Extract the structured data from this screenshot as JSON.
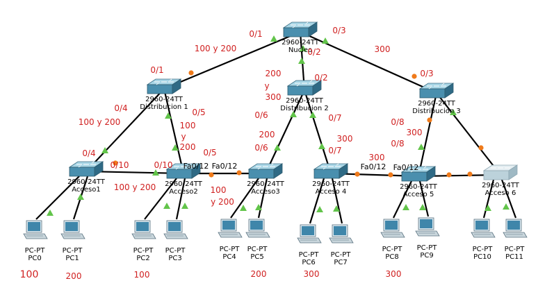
{
  "switches": {
    "nucleo": {
      "model": "2960-24TT",
      "name": "Nucleo"
    },
    "dist1": {
      "model": "2960-24TT",
      "name": "Distribucion 1"
    },
    "dist2": {
      "model": "2960-24TT",
      "name": "Distribucion 2"
    },
    "dist3": {
      "model": "2960-24TT",
      "name": "Distribucion 3"
    },
    "acc1": {
      "model": "2960-24TT",
      "name": "Acceso1"
    },
    "acc2": {
      "model": "2960-24TT",
      "name": "Acceso2"
    },
    "acc3": {
      "model": "2960-24TT",
      "name": "Acceso3"
    },
    "acc4": {
      "model": "2960-24TT",
      "name": "Acceso 4"
    },
    "acc5": {
      "model": "2960-24TT",
      "name": "Acceso 5"
    },
    "acc6": {
      "model": "2960-24TT",
      "name": "Acceso 6"
    }
  },
  "pcs": [
    {
      "type": "PC-PT",
      "name": "PC0",
      "vlan": "100"
    },
    {
      "type": "PC-PT",
      "name": "PC1",
      "vlan": "200"
    },
    {
      "type": "PC-PT",
      "name": "PC2",
      "vlan": "100"
    },
    {
      "type": "PC-PT",
      "name": "PC3",
      "vlan": ""
    },
    {
      "type": "PC-PT",
      "name": "PC4",
      "vlan": ""
    },
    {
      "type": "PC-PT",
      "name": "PC5",
      "vlan": "200"
    },
    {
      "type": "PC-PT",
      "name": "PC6",
      "vlan": "300"
    },
    {
      "type": "PC-PT",
      "name": "PC7",
      "vlan": ""
    },
    {
      "type": "PC-PT",
      "name": "PC8",
      "vlan": "300"
    },
    {
      "type": "PC-PT",
      "name": "PC9",
      "vlan": ""
    },
    {
      "type": "PC-PT",
      "name": "PC10",
      "vlan": ""
    },
    {
      "type": "PC-PT",
      "name": "PC11",
      "vlan": ""
    }
  ],
  "annotations": {
    "nuc_p01": "0/1",
    "nuc_p03": "0/3",
    "nuc_p02": "0/2",
    "nuc_d1_vlans": "100 y 200",
    "nuc_d3_vlans": "300",
    "d1_p01": "0/1",
    "d1_p04": "0/4",
    "d1_p05": "0/5",
    "d1_a1_vlans": "100 y 200",
    "d1_a2_vlans_1": "100",
    "d1_a2_vlans_y": "y",
    "d1_a2_vlans_2": "200",
    "d2_vlans_1": "200",
    "d2_vlans_y": "y",
    "d2_vlans_2": "300",
    "d2_p02": "0/2",
    "d2_p06a": "0/6",
    "d2_p06b": "0/6",
    "d2_p07a": "0/7",
    "d2_p07b": "0/7",
    "d2_a3_vlans": "200",
    "d2_a4_vlans": "300",
    "d3_p03": "0/3",
    "d3_p08a": "0/8",
    "d3_p08b": "0/8",
    "d3_a5_vlans": "300",
    "a1_p04": "0/4",
    "a1_p010": "0/10",
    "a2_p010": "0/10",
    "a1_a2_vlans": "100 y 200",
    "a2_fa012": "Fa0/12",
    "a3_fa012": "Fa0/12",
    "a2_p05": "0/5",
    "a2_a3_vlans_1": "100",
    "a2_a3_vlans_2": "y 200",
    "a4_a5_vlans": "300",
    "a4_fa012": "Fa0/12",
    "a5_fa012": "Fa0/12"
  }
}
